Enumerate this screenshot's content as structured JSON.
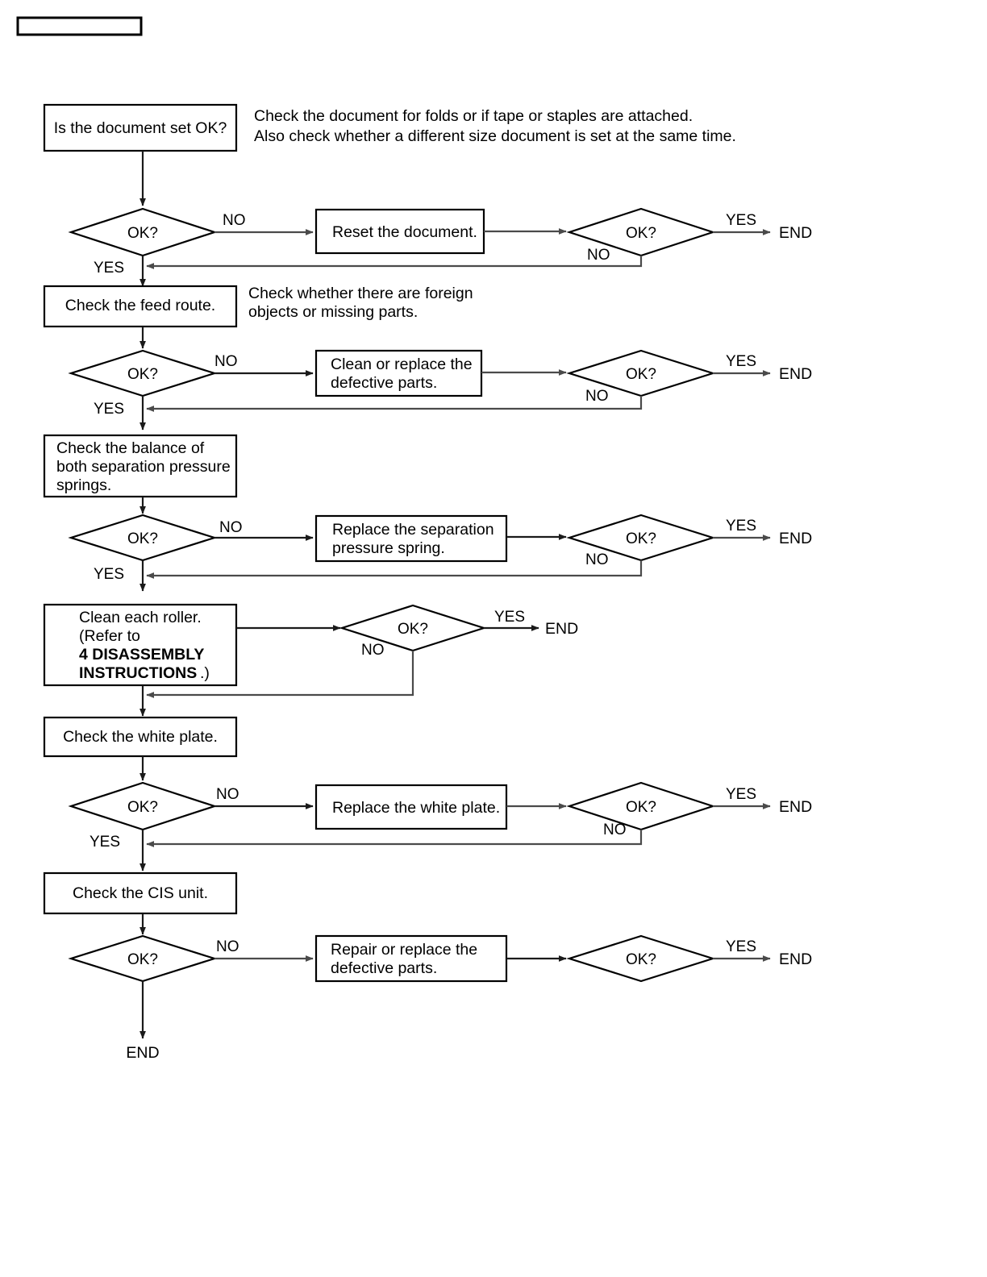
{
  "page": {
    "title": "Document feed troubleshooting flowchart",
    "header_bar": ""
  },
  "chart_data": {
    "type": "diagram",
    "title": "Document feed troubleshooting flowchart",
    "nodes": [
      {
        "id": "n1",
        "kind": "process",
        "text": "Is the document set OK?"
      },
      {
        "id": "d1",
        "kind": "decision",
        "text": "OK?"
      },
      {
        "id": "p1",
        "kind": "process",
        "text": "Reset the document."
      },
      {
        "id": "d1b",
        "kind": "decision",
        "text": "OK?"
      },
      {
        "id": "e1",
        "kind": "terminator",
        "text": "END"
      },
      {
        "id": "n2",
        "kind": "process",
        "text": "Check the feed route."
      },
      {
        "id": "d2",
        "kind": "decision",
        "text": "OK?"
      },
      {
        "id": "p2",
        "kind": "process",
        "text": "Clean or replace the defective parts."
      },
      {
        "id": "d2b",
        "kind": "decision",
        "text": "OK?"
      },
      {
        "id": "e2",
        "kind": "terminator",
        "text": "END"
      },
      {
        "id": "n3",
        "kind": "process",
        "text": "Check the balance of both separation pressure springs."
      },
      {
        "id": "d3",
        "kind": "decision",
        "text": "OK?"
      },
      {
        "id": "p3",
        "kind": "process",
        "text": "Replace the separation pressure spring."
      },
      {
        "id": "d3b",
        "kind": "decision",
        "text": "OK?"
      },
      {
        "id": "e3",
        "kind": "terminator",
        "text": "END"
      },
      {
        "id": "n4",
        "kind": "process",
        "text": "Clean each roller. (Refer to 4 DISASSEMBLY INSTRUCTIONS.)"
      },
      {
        "id": "d4",
        "kind": "decision",
        "text": "OK?"
      },
      {
        "id": "e4",
        "kind": "terminator",
        "text": "END"
      },
      {
        "id": "n5",
        "kind": "process",
        "text": "Check the white plate."
      },
      {
        "id": "d5",
        "kind": "decision",
        "text": "OK?"
      },
      {
        "id": "p5",
        "kind": "process",
        "text": "Replace the white plate."
      },
      {
        "id": "d5b",
        "kind": "decision",
        "text": "OK?"
      },
      {
        "id": "e5",
        "kind": "terminator",
        "text": "END"
      },
      {
        "id": "n6",
        "kind": "process",
        "text": "Check the CIS unit."
      },
      {
        "id": "d6",
        "kind": "decision",
        "text": "OK?"
      },
      {
        "id": "p6",
        "kind": "process",
        "text": "Repair or replace the defective parts."
      },
      {
        "id": "d6b",
        "kind": "decision",
        "text": "OK?"
      },
      {
        "id": "e6",
        "kind": "terminator",
        "text": "END"
      },
      {
        "id": "e7",
        "kind": "terminator",
        "text": "END"
      }
    ],
    "edge_labels": [
      "NO",
      "YES",
      "NO",
      "YES",
      "NO",
      "YES",
      "NO",
      "YES",
      "NO",
      "YES",
      "NO",
      "YES",
      "NO",
      "YES",
      "NO",
      "YES",
      "NO",
      "YES"
    ],
    "notes": [
      "Check the document for folds or if tape or staples are attached. Also check whether a different size document is set at the same time.",
      "Check whether there are foreign objects or missing parts."
    ]
  },
  "steps": [
    {
      "id": "step1",
      "check_label": "Is the document set OK?",
      "note_line1": "Check the document for folds or if tape or staples are attached.",
      "note_line2": "Also check whether a different size document is set at the same time.",
      "decision": "OK?",
      "no_label": "NO",
      "yes_label": "YES",
      "action_line1": "Reset the document.",
      "action_line2": "",
      "decision2": "OK?",
      "decision2_no": "NO",
      "decision2_yes": "YES",
      "end_label": "END"
    },
    {
      "id": "step2",
      "check_label": "Check the feed route.",
      "note_line1": "Check whether there are foreign",
      "note_line2": "objects or missing parts.",
      "decision": "OK?",
      "no_label": "NO",
      "yes_label": "YES",
      "action_line1": "Clean or replace the",
      "action_line2": "defective parts.",
      "decision2": "OK?",
      "decision2_no": "NO",
      "decision2_yes": "YES",
      "end_label": "END"
    },
    {
      "id": "step3",
      "check_line1": "Check the balance of",
      "check_line2": "both separation pressure",
      "check_line3": "springs.",
      "decision": "OK?",
      "no_label": "NO",
      "yes_label": "YES",
      "action_line1": "Replace the separation",
      "action_line2": "pressure spring.",
      "decision2": "OK?",
      "decision2_no": "NO",
      "decision2_yes": "YES",
      "end_label": "END"
    },
    {
      "id": "step4",
      "check_line1": "Clean each roller.",
      "check_line2": "(Refer to",
      "check_line3": "4 DISASSEMBLY",
      "check_line4": "INSTRUCTIONS",
      "check_line4_tail": ".)",
      "decision": "OK?",
      "no_label": "NO",
      "yes_label": "YES",
      "end_label": "END"
    },
    {
      "id": "step5",
      "check_label": "Check the white plate.",
      "decision": "OK?",
      "no_label": "NO",
      "yes_label": "YES",
      "action_line1": "Replace the white plate.",
      "decision2": "OK?",
      "decision2_no": "NO",
      "decision2_yes": "YES",
      "end_label": "END"
    },
    {
      "id": "step6",
      "check_label": "Check the CIS unit.",
      "decision": "OK?",
      "no_label": "NO",
      "action_line1": "Repair or replace the",
      "action_line2": "defective parts.",
      "decision2": "OK?",
      "decision2_yes": "YES",
      "end_label": "END",
      "final_end_label": "END"
    }
  ]
}
